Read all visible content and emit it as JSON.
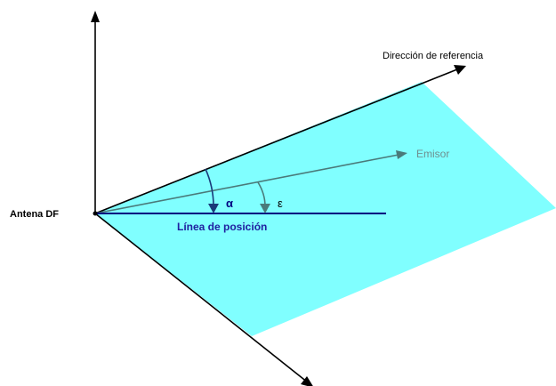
{
  "labels": {
    "reference_direction": "Dirección de referencia",
    "emitter": "Emisor",
    "antenna": "Antena DF",
    "alpha": "α",
    "epsilon": "ε",
    "position_line": "Línea de posición"
  },
  "colors": {
    "plane_fill": "#80ffff",
    "axis": "#000000",
    "emitter_line": "#4a7a7a",
    "position_line": "#000080",
    "alpha_arc": "#1a3a7a",
    "epsilon_arc": "#4a7a7a",
    "emitter_label": "#6f8f8f",
    "position_label": "#2020a0"
  }
}
